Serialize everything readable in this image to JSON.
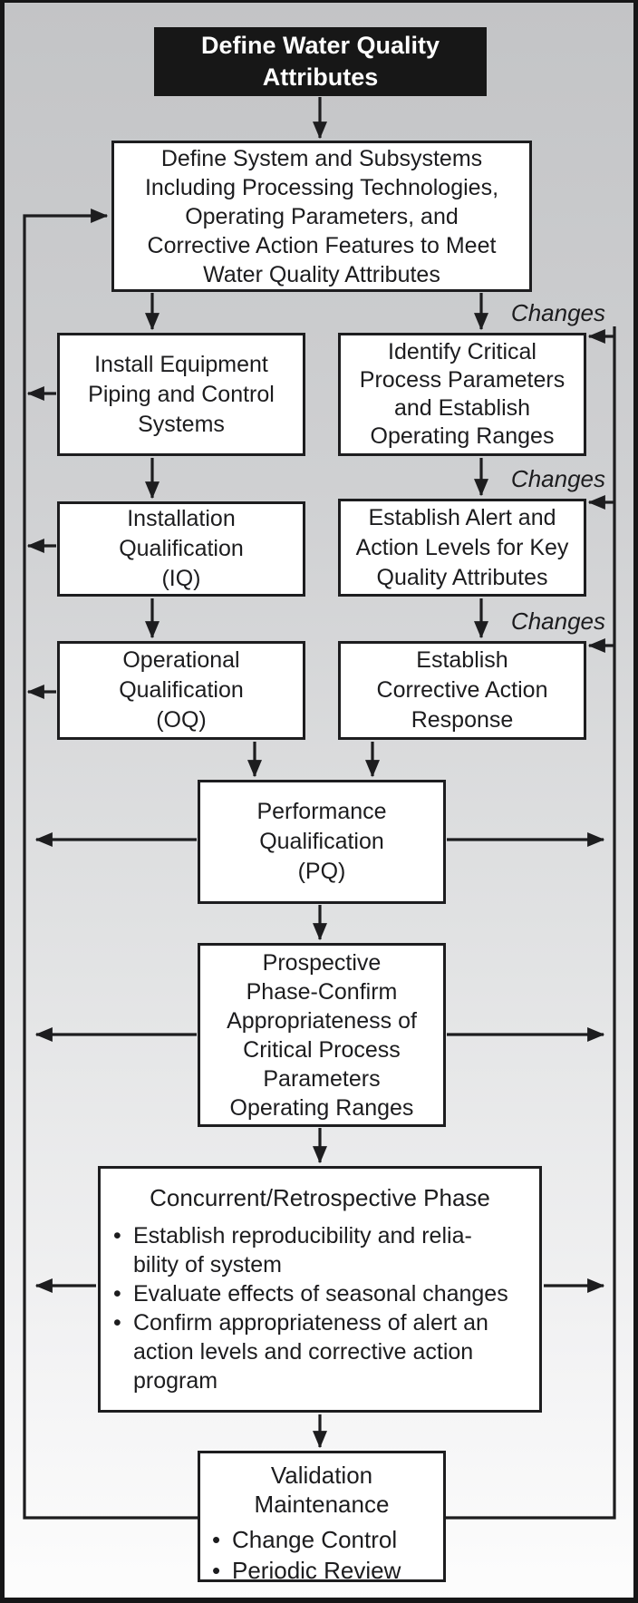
{
  "flowchart": {
    "bullet_char": "•",
    "start": {
      "label": "Define Water\nQuality Attributes"
    },
    "boxes": {
      "define_system": {
        "label": "Define System and Subsystems\nIncluding Processing Technologies,\nOperating Parameters, and\nCorrective Action Features to Meet\nWater Quality Attributes"
      },
      "install_equipment": {
        "label": "Install Equipment\nPiping and Control\nSystems"
      },
      "identify_critical": {
        "label": "Identify Critical\nProcess Parameters\nand Establish\nOperating Ranges"
      },
      "installation_qualification": {
        "label": "Installation\nQualification\n(IQ)"
      },
      "establish_alert": {
        "label": "Establish Alert and\nAction Levels for Key\nQuality Attributes"
      },
      "operational_qualification": {
        "label": "Operational\nQualification\n(OQ)"
      },
      "establish_corrective": {
        "label": "Establish\nCorrective Action\nResponse"
      },
      "performance_qualification": {
        "label": "Performance\nQualification\n(PQ)"
      },
      "prospective_phase": {
        "label": "Prospective\nPhase-Confirm\nAppropriateness of\nCritical Process\nParameters\nOperating Ranges"
      },
      "concurrent_phase": {
        "title": "Concurrent/Retrospective Phase",
        "bullets": [
          "Establish reproducibility and relia-\nbility of system",
          "Evaluate effects of seasonal changes",
          "Confirm appropriateness of alert an\naction levels and corrective action\nprogram"
        ]
      },
      "validation_maintenance": {
        "title": "Validation\nMaintenance",
        "bullets": [
          "Change Control",
          "Periodic Review"
        ]
      }
    },
    "edge_labels": {
      "changes_1": "Changes",
      "changes_2": "Changes",
      "changes_3": "Changes"
    },
    "colors": {
      "line": "#1d1d1f",
      "box_fill": "#ffffff",
      "start_fill": "#171717",
      "start_text": "#ffffff",
      "background_top": "#c3c4c6",
      "background_bottom": "#fdfdfd"
    }
  }
}
